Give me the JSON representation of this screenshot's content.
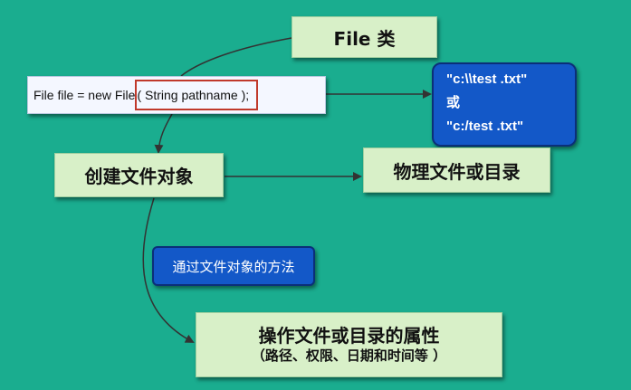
{
  "title": "File 类",
  "code": {
    "prefix": "File file = new File",
    "param": "( String pathname );"
  },
  "path_examples": [
    "\"c:\\\\test .txt\"",
    "或",
    "\"c:/test .txt\""
  ],
  "create_object": "创建文件对象",
  "physical_target": "物理文件或目录",
  "method_label": "通过文件对象的方法",
  "operations": {
    "main": "操作文件或目录的属性",
    "sub": "（路径、权限、日期和时间等 ）"
  },
  "colors": {
    "background": "#1aad8f",
    "box_fill": "#d8f0c8",
    "blue_fill": "#1358c8",
    "highlight_border": "#c0392b"
  }
}
